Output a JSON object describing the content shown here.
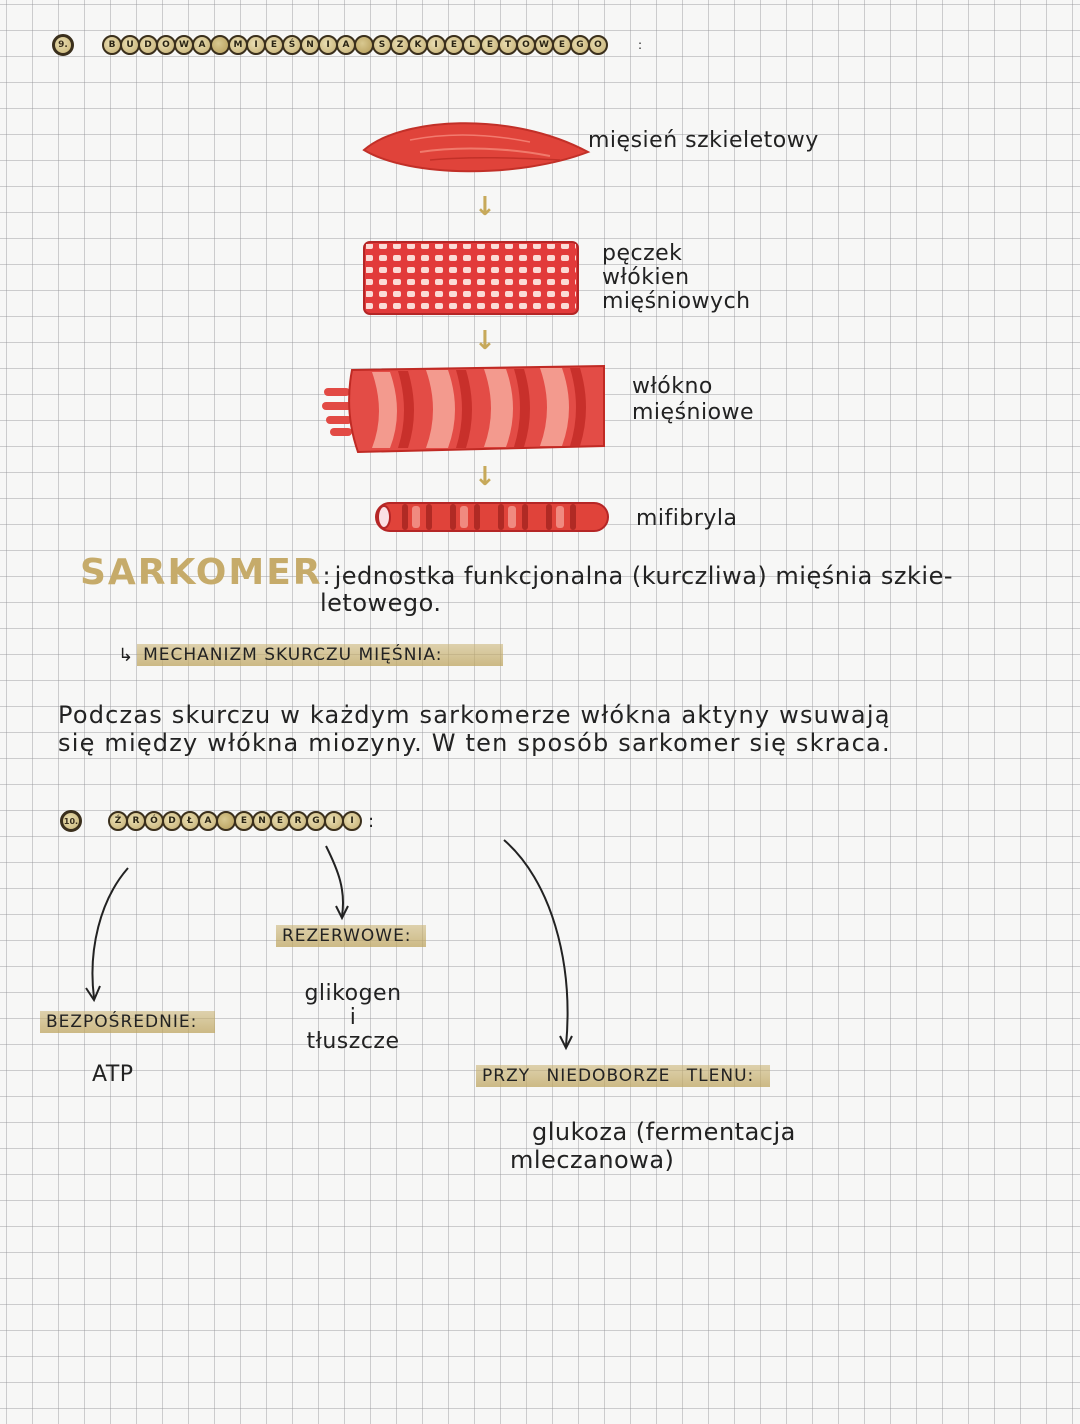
{
  "section9": {
    "number": "9.",
    "title_words": [
      "BUDOWA",
      "MIEŚNIA",
      "SZKIELETOWEGO"
    ],
    "title_suffix": ":",
    "diagram": {
      "items": [
        {
          "label": "mięsień szkieletowy",
          "shape": "muscle"
        },
        {
          "label_lines": [
            "pęczek",
            "włókien",
            "mięśniowych"
          ],
          "shape": "fiber-bundle"
        },
        {
          "label_lines": [
            "włókno",
            "mięśniowe"
          ],
          "shape": "muscle-fiber"
        },
        {
          "label": "mifibryla",
          "shape": "myofibril"
        }
      ],
      "arrow_icon": "down-arrow"
    },
    "sarkomer": {
      "term": "SARKOMER",
      "colon": ":",
      "definition_line1": "jednostka funkcjonalna (kurczliwa) mięśnia szkie-",
      "definition_line2": "letowego."
    },
    "mechanism": {
      "bullet": "↳",
      "label": "MECHANIZM SKURCZU MIĘŚNIA:",
      "text_line1": "Podczas skurczu w każdym sarkomerze włókna aktyny wsuwają",
      "text_line2": "się między włókna miozyny. W ten sposób sarkomer się skraca."
    }
  },
  "section10": {
    "number": "10.",
    "title_words": [
      "ŹRÓDŁA",
      "ENERGII"
    ],
    "title_suffix": ":",
    "branches": [
      {
        "label": "BEZPOŚREDNIE:",
        "content_lines": [
          "ATP"
        ]
      },
      {
        "label": "REZERWOWE:",
        "content_lines": [
          "glikogen",
          "i",
          "tłuszcze"
        ]
      },
      {
        "label": "PRZY NIEDOBORZE TLENU:",
        "content_lines": [
          "glukoza (fermentacja",
          "mleczanowa)"
        ]
      }
    ]
  },
  "colors": {
    "muscle_red": "#e0433a",
    "highlight_gold": "#c9b270",
    "bead_gold": "#d9c890",
    "ink": "#222222",
    "grid": "#9a9aa0"
  }
}
